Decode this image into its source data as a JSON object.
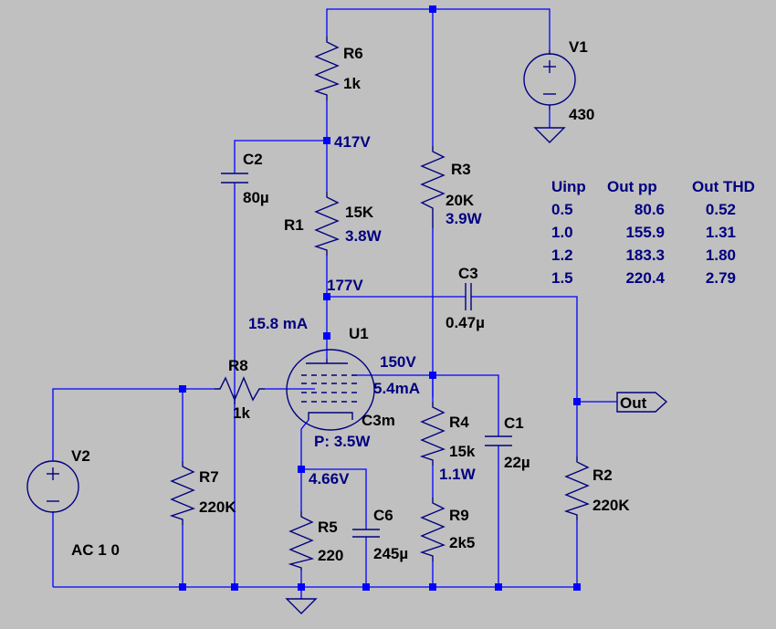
{
  "components": {
    "V1": {
      "name": "V1",
      "value": "430"
    },
    "V2": {
      "name": "V2",
      "value": "AC 1 0"
    },
    "R6": {
      "name": "R6",
      "value": "1k"
    },
    "R1": {
      "name": "R1",
      "value": "15K",
      "power": "3.8W"
    },
    "R3": {
      "name": "R3",
      "value": "20K",
      "power": "3.9W"
    },
    "R4": {
      "name": "R4",
      "value": "15k",
      "power": "1.1W"
    },
    "R9": {
      "name": "R9",
      "value": "2k5"
    },
    "R5": {
      "name": "R5",
      "value": "220"
    },
    "R7": {
      "name": "R7",
      "value": "220K"
    },
    "R2": {
      "name": "R2",
      "value": "220K"
    },
    "R8": {
      "name": "R8",
      "value": "1k"
    },
    "C2": {
      "name": "C2",
      "value": "80µ"
    },
    "C3": {
      "name": "C3",
      "value": "0.47µ"
    },
    "C1": {
      "name": "C1",
      "value": "22µ"
    },
    "C6": {
      "name": "C6",
      "value": "245µ"
    },
    "U1": {
      "name": "U1",
      "model": "C3m",
      "power": "P: 3.5W"
    }
  },
  "node_voltages": {
    "supply_filtered": "417V",
    "anode": "177V",
    "screen": "150V",
    "cathode": "4.66V"
  },
  "currents": {
    "anode": "15.8 mA",
    "screen": "5.4mA"
  },
  "output_label": "Out",
  "results_table": {
    "headers": [
      "Uinp",
      "Out pp",
      "Out THD"
    ],
    "rows": [
      [
        "0.5",
        "80.6",
        "0.52"
      ],
      [
        "1.0",
        "155.9",
        "1.31"
      ],
      [
        "1.2",
        "183.3",
        "1.80"
      ],
      [
        "1.5",
        "220.4",
        "2.79"
      ]
    ]
  },
  "colors": {
    "background": "#c0c0c0",
    "wire": "#0000ff",
    "component": "#000080",
    "label": "#000000",
    "value": "#000080"
  }
}
